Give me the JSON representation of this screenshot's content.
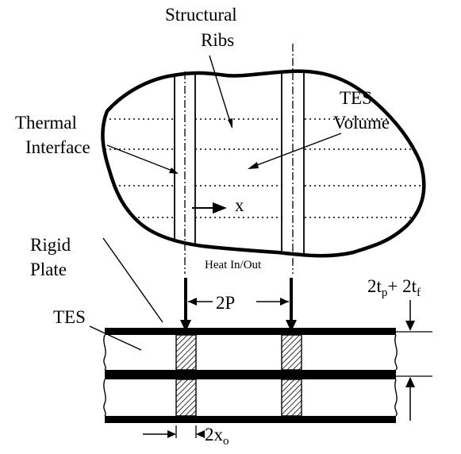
{
  "labels": {
    "structural_ribs_line1": "Structural",
    "structural_ribs_line2": "Ribs",
    "tes_volume_line1": "TES",
    "tes_volume_line2": "Volume",
    "thermal_interface_line1": "Thermal",
    "thermal_interface_line2": "Interface",
    "x_axis": "x",
    "rigid_plate_line1": "Rigid",
    "rigid_plate_line2": "Plate",
    "heat_in_out": "Heat In/Out",
    "tes": "TES",
    "pitch": "2P",
    "thickness_prefix": "2t",
    "thickness_sub1": "p",
    "thickness_plus": "+ 2t",
    "thickness_sub2": "f",
    "rib_width_prefix": "2x",
    "rib_width_sub": "o"
  }
}
